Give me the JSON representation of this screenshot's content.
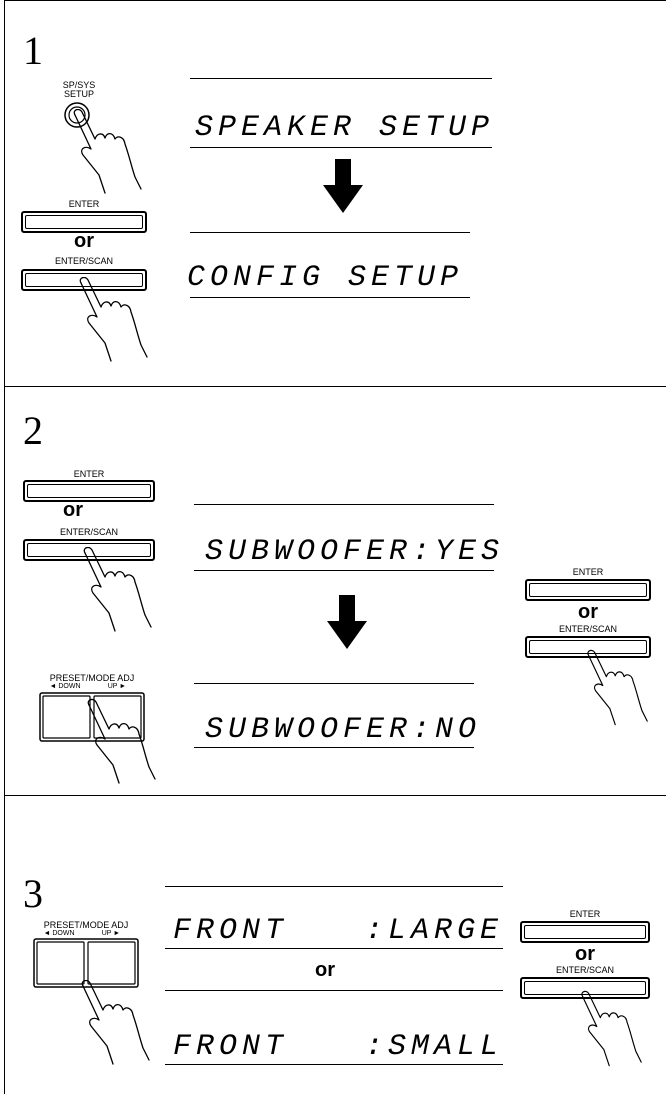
{
  "steps": [
    {
      "number": "1",
      "buttons": {
        "sp_sys_setup": "SP/SYS\nSETUP",
        "enter": "ENTER",
        "or": "or",
        "enter_scan": "ENTER/SCAN"
      },
      "display": [
        "SPEAKER SETUP",
        "CONFIG SETUP"
      ]
    },
    {
      "number": "2",
      "buttons": {
        "enter": "ENTER",
        "or": "or",
        "enter_scan": "ENTER/SCAN",
        "preset_mode_adj": "PRESET/MODE ADJ",
        "down": "◄ DOWN",
        "up": "UP ►",
        "right_enter": "ENTER",
        "right_or": "or",
        "right_enter_scan": "ENTER/SCAN"
      },
      "display": [
        "SUBWOOFER:YES",
        "SUBWOOFER:NO"
      ]
    },
    {
      "number": "3",
      "buttons": {
        "preset_mode_adj": "PRESET/MODE ADJ",
        "down": "◄ DOWN",
        "up": "UP ►",
        "enter": "ENTER",
        "or": "or",
        "enter_scan": "ENTER/SCAN"
      },
      "display": [
        {
          "left": "FRONT",
          "right": ":LARGE"
        },
        {
          "left": "FRONT",
          "right": ":SMALL"
        }
      ],
      "display_or": "or"
    }
  ]
}
